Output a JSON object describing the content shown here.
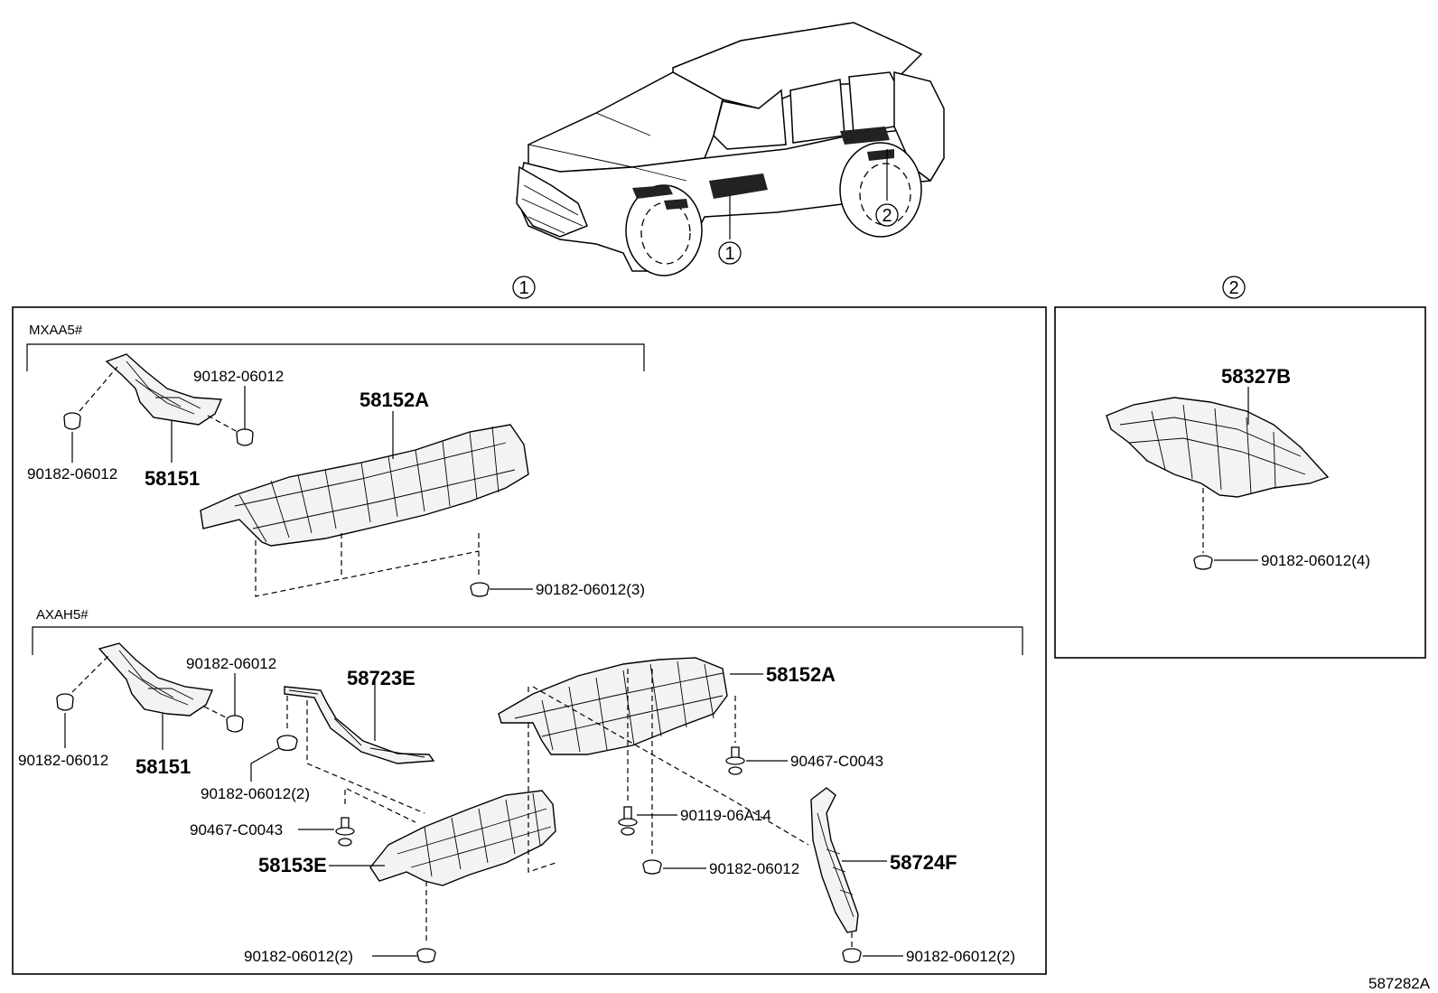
{
  "callouts": {
    "one": "1",
    "two": "2"
  },
  "groups": {
    "mxaa": "MXAA5#",
    "axah": "AXAH5#"
  },
  "mxaa": {
    "clip_left": "90182-06012",
    "clip_right": "90182-06012",
    "bracket": "58151",
    "insulator": "58152A",
    "clip_bottom": "90182-06012(3)"
  },
  "axah": {
    "clip_left": "90182-06012",
    "clip_right": "90182-06012",
    "bracket": "58151",
    "stay_a": "58723E",
    "clip_stay": "90182-06012(2)",
    "bolt_left": "90467-C0043",
    "insulator_front": "58153E",
    "clip_front_bottom": "90182-06012(2)",
    "insulator_center": "58152A",
    "bolt_right": "90467-C0043",
    "bolt_center": "90119-06A14",
    "clip_center": "90182-06012",
    "stay_b": "58724F",
    "clip_stay_b": "90182-06012(2)"
  },
  "rear": {
    "insulator": "58327B",
    "clip": "90182-06012(4)"
  },
  "drawing_id": "587282A"
}
